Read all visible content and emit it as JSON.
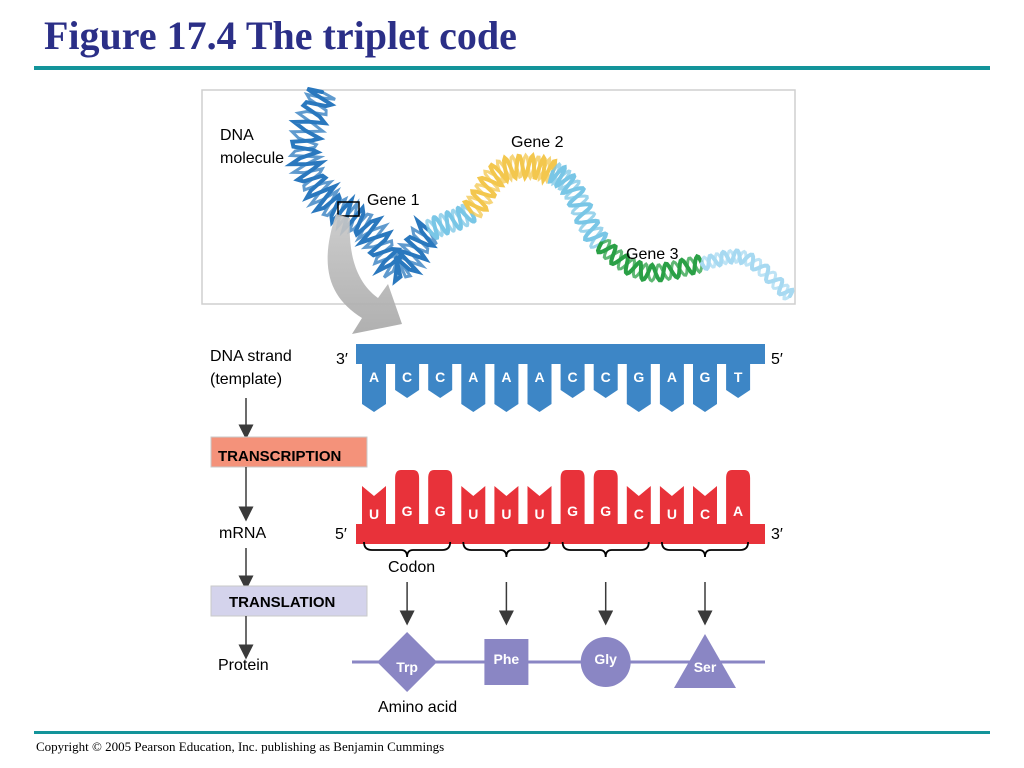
{
  "title": "Figure 17.4 The triplet code",
  "copyright": "Copyright © 2005 Pearson Education, Inc. publishing as Benjamin Cummings",
  "panel": {
    "dna_molecule_line1": "DNA",
    "dna_molecule_line2": "molecule",
    "gene1": "Gene 1",
    "gene2": "Gene 2",
    "gene3": "Gene 3"
  },
  "dna_strand": {
    "label_line1": "DNA strand",
    "label_line2": "(template)",
    "end_left": "3′",
    "end_right": "5′",
    "bases": [
      "A",
      "C",
      "C",
      "A",
      "A",
      "A",
      "C",
      "C",
      "G",
      "A",
      "G",
      "T"
    ]
  },
  "steps": {
    "transcription": "TRANSCRIPTION",
    "translation": "TRANSLATION"
  },
  "mrna": {
    "label": "mRNA",
    "end_left": "5′",
    "end_right": "3′",
    "bases": [
      "U",
      "G",
      "G",
      "U",
      "U",
      "U",
      "G",
      "G",
      "C",
      "U",
      "C",
      "A"
    ],
    "codon_label": "Codon"
  },
  "protein": {
    "label": "Protein",
    "amino_acid_label": "Amino acid",
    "amino_acids": [
      {
        "name": "Trp",
        "shape": "diamond"
      },
      {
        "name": "Phe",
        "shape": "square"
      },
      {
        "name": "Gly",
        "shape": "circle"
      },
      {
        "name": "Ser",
        "shape": "triangle"
      }
    ]
  },
  "colors": {
    "title": "#2b2f87",
    "rule": "#13949a",
    "dna_strand": "#3d86c6",
    "mrna": "#e8323a",
    "transcription_box": "#f4927a",
    "translation_box": "#d4d3ec",
    "amino_acid": "#8a86c4",
    "gene1": "#2a78be",
    "gene2": "#f3c74e",
    "gene3": "#2aa046"
  }
}
